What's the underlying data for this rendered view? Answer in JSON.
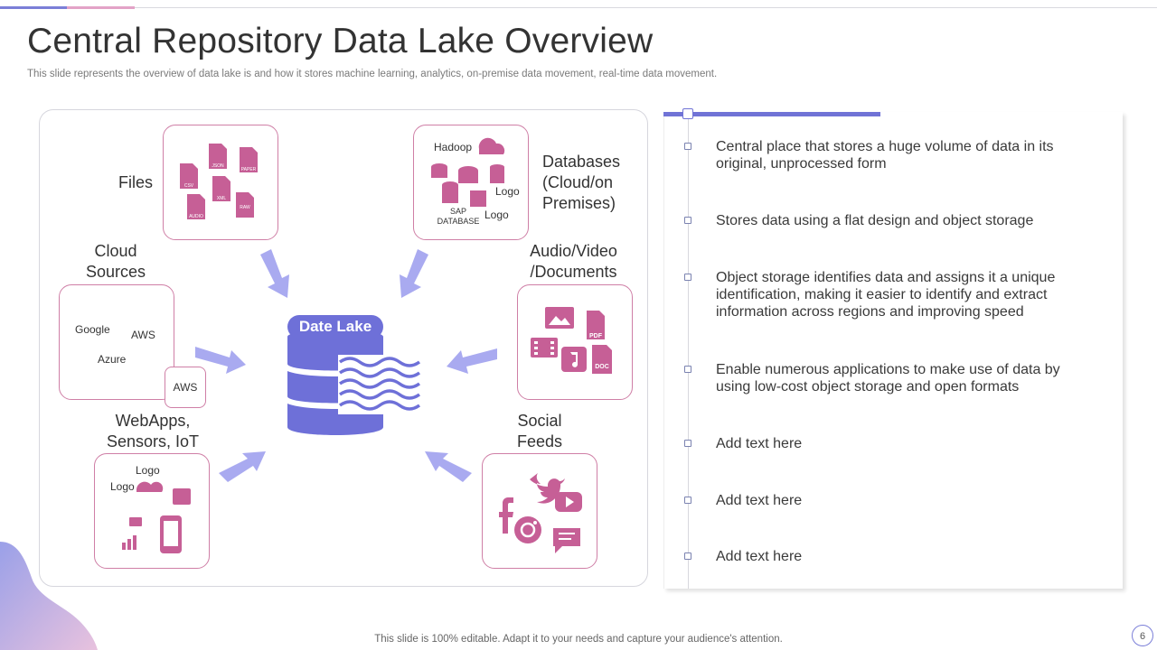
{
  "slide": {
    "title": "Central Repository Data Lake Overview",
    "subtitle": "This slide represents the overview of data lake is and how it stores machine learning, analytics, on-premise data movement, real-time data movement.",
    "footer": "This slide is 100% editable. Adapt it to your needs and capture your audience's attention.",
    "page_number": "6"
  },
  "diagram": {
    "center_label": "Date Lake",
    "files": {
      "label": "Files",
      "icons": [
        "JSON",
        "PAPER",
        "CSV",
        "XML",
        "AUDIO",
        "RAW"
      ]
    },
    "databases": {
      "label_lines": [
        "Databases",
        "(Cloud/on",
        "Premises)"
      ],
      "hadoop": "Hadoop",
      "logo1": "Logo",
      "logo2": "Logo",
      "sap": "SAP",
      "sap_db": "DATABASE"
    },
    "cloud": {
      "label_lines": [
        "Cloud",
        "Sources"
      ],
      "google": "Google",
      "aws": "AWS",
      "azure": "Azure",
      "aws_box": "AWS"
    },
    "audio": {
      "label_lines": [
        "Audio/Video",
        "/Documents"
      ],
      "pdf": "PDF",
      "doc": "DOC"
    },
    "webapps": {
      "label_lines": [
        "WebApps,",
        "Sensors, IoT"
      ],
      "logo1": "Logo",
      "logo2": "Logo"
    },
    "social": {
      "label_lines": [
        "Social",
        "Feeds"
      ]
    }
  },
  "timeline": [
    {
      "text": "Central place that stores a huge volume of data in its original, unprocessed form"
    },
    {
      "text": "Stores data using a flat design and object storage"
    },
    {
      "text": "Object storage identifies data and assigns it a unique identification, making it easier to identify and extract information across regions and improving speed"
    },
    {
      "text": "Enable numerous applications to make use of data by using low-cost object storage and open formats"
    },
    {
      "text": "Add text here"
    },
    {
      "text": "Add text here"
    },
    {
      "text": "Add text here"
    }
  ],
  "colors": {
    "accent": "#6e70d8",
    "pink": "#c65f96",
    "arrow": "#a9aaf0"
  }
}
